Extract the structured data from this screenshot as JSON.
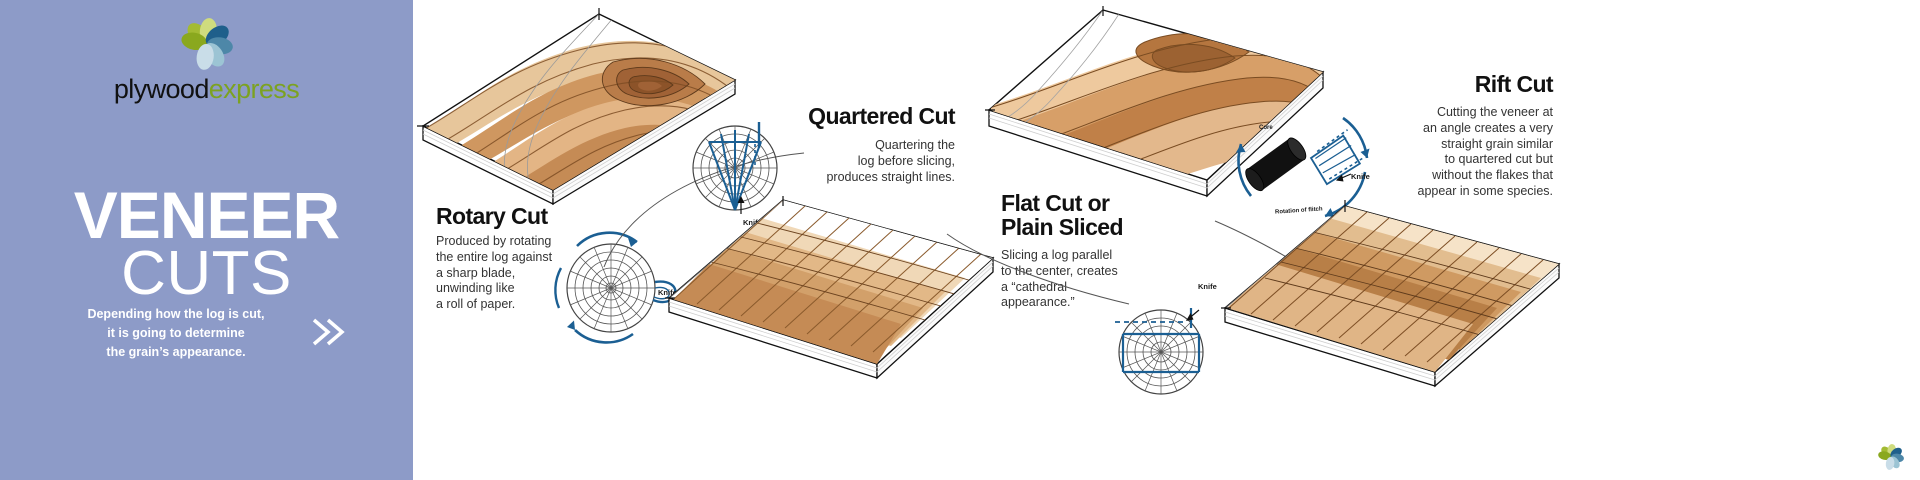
{
  "brand": {
    "logo_icon": "pinwheel-flower-logo",
    "name_part1": "plywood",
    "name_part2": "express",
    "green": "#7ca221",
    "blue": "#1f5f8b"
  },
  "left_panel": {
    "background_color": "#8d9bc8",
    "title_main": "VENEER",
    "title_sub": "CUTS",
    "tagline": "Depending how the log is cut,\nit is going to determine\nthe grain’s appearance.",
    "tagline_lines": [
      "Depending how the log is cut,",
      "it is going to determine",
      "the grain’s appearance."
    ],
    "chevron_icon": "double-chevron-right-icon"
  },
  "sections": [
    {
      "id": "rotary",
      "title": "Rotary Cut",
      "body": "Produced by rotating the entire log against a sharp blade, unwinding like a roll of paper.",
      "body_lines": [
        "Produced by rotating",
        "the entire log against",
        "a sharp blade,",
        "unwinding like",
        "a roll of paper."
      ],
      "diagram_label_knife": "Knife",
      "board_icon": "rotary-cut-veneer-board",
      "log_icon": "log-cross-section-rotary"
    },
    {
      "id": "quartered",
      "title": "Quartered Cut",
      "body": "Quartering the log before slicing, produces straight lines.",
      "body_lines": [
        "Quartering the",
        "log before slicing,",
        "produces straight lines."
      ],
      "diagram_label_knife": "Knife",
      "board_icon": "quartered-cut-veneer-board",
      "log_icon": "log-cross-section-quartered"
    },
    {
      "id": "flat",
      "title": "Flat Cut or\nPlain Sliced",
      "title_lines": [
        "Flat Cut or",
        "Plain Sliced"
      ],
      "body": "Slicing a log parallel to the center, creates a “cathedral appearance.”",
      "body_lines": [
        "Slicing a log parallel",
        "to the center, creates",
        "a “cathedral",
        "appearance.”"
      ],
      "diagram_label_knife": "Knife",
      "board_icon": "flat-cut-veneer-board",
      "log_icon": "log-cross-section-flat"
    },
    {
      "id": "rift",
      "title": "Rift Cut",
      "body": "Cutting the veneer at an angle creates a very straight grain similar to quartered cut but without the flakes that appear in some species.",
      "body_lines": [
        "Cutting the veneer at",
        "an angle creates a very",
        "straight grain similar",
        "to quartered cut but",
        "without the flakes that",
        "appear in some species."
      ],
      "diagram_label_knife": "Knife",
      "diagram_label_core": "Core",
      "diagram_label_rotation": "Rotation of flitch",
      "board_icon": "rift-cut-veneer-board",
      "log_icon": "log-angled-rift"
    }
  ],
  "palette": {
    "wood_light": "#f2dcbe",
    "wood_mid": "#e0b486",
    "wood_dark": "#c58b55",
    "wood_deep": "#a96a3b",
    "diagram_blue": "#1b5f93",
    "text_dark": "#111111",
    "body_text": "#333333"
  }
}
